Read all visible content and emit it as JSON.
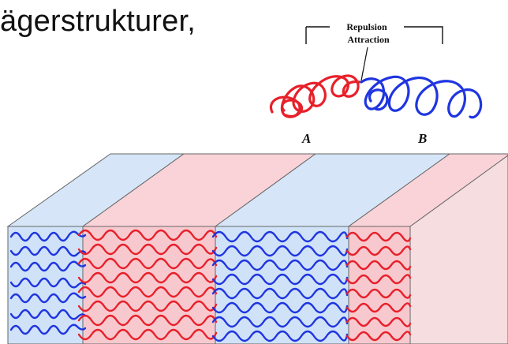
{
  "heading": {
    "text": "ägerstrukturer,"
  },
  "inset": {
    "labels": {
      "repulsion": "Repulsion",
      "attraction": "Attraction",
      "block_a": "A",
      "block_b": "B"
    },
    "colors": {
      "a": "#e8202a",
      "b": "#1f35e0",
      "ink": "#111111"
    }
  },
  "lamellae": {
    "colors": {
      "blue_front": "#cfe2f7",
      "blue_top": "#d6e6f8",
      "red_front": "#f7c9cf",
      "red_top": "#f9d3d8",
      "side": "#f6dde0",
      "edge": "#666666",
      "chain_blue": "#1f35e0",
      "chain_red": "#e8202a"
    },
    "layers": [
      "blue",
      "red",
      "blue",
      "red"
    ]
  }
}
